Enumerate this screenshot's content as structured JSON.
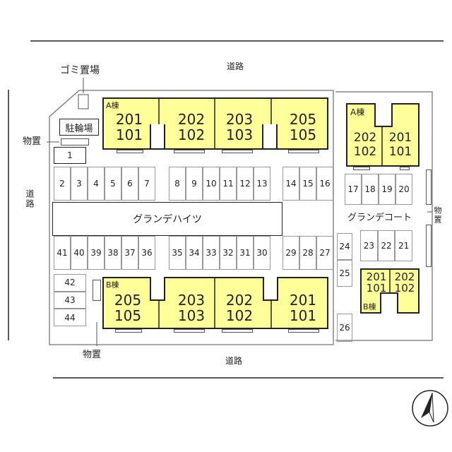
{
  "roads": {
    "top": "道路",
    "bottom": "道路",
    "left": "道路"
  },
  "facilities": {
    "garbage": "ゴミ置場",
    "bicycle": "駐輪場",
    "storage_top_left": "物置",
    "storage_bottom": "物置",
    "storage_right": "物置"
  },
  "buildings": {
    "hights_name": "グランデハイツ",
    "court_name": "グランデコート",
    "hights_a": {
      "label": "A棟",
      "units": [
        [
          "201",
          "101"
        ],
        [
          "202",
          "102"
        ],
        [
          "203",
          "103"
        ],
        [
          "205",
          "105"
        ]
      ]
    },
    "hights_b": {
      "label": "B棟",
      "units": [
        [
          "205",
          "105"
        ],
        [
          "203",
          "103"
        ],
        [
          "202",
          "102"
        ],
        [
          "201",
          "101"
        ]
      ]
    },
    "court_a": {
      "label": "A棟",
      "units": [
        [
          "202",
          "102"
        ],
        [
          "201",
          "101"
        ]
      ]
    },
    "court_b": {
      "label": "B棟",
      "units": [
        [
          "201",
          "101"
        ],
        [
          "202",
          "102"
        ]
      ]
    }
  },
  "parking": {
    "p1": "1",
    "row_top_left": [
      "2",
      "3",
      "4",
      "5",
      "6",
      "7"
    ],
    "row_top_mid": [
      "8",
      "9",
      "10",
      "11",
      "12",
      "13"
    ],
    "row_top_right": [
      "14",
      "15",
      "16"
    ],
    "row_court_top": [
      "17",
      "18",
      "19",
      "20"
    ],
    "row_bottom_left": [
      "41",
      "40",
      "39",
      "38",
      "37",
      "36"
    ],
    "row_bottom_mid": [
      "35",
      "34",
      "33",
      "32",
      "31",
      "30"
    ],
    "row_bottom_right": [
      "29",
      "28",
      "27"
    ],
    "col_24_25": [
      "24",
      "25"
    ],
    "row_court_bottom": [
      "23",
      "22",
      "21"
    ],
    "left_column": [
      "42",
      "43",
      "44"
    ],
    "p26": "26"
  }
}
